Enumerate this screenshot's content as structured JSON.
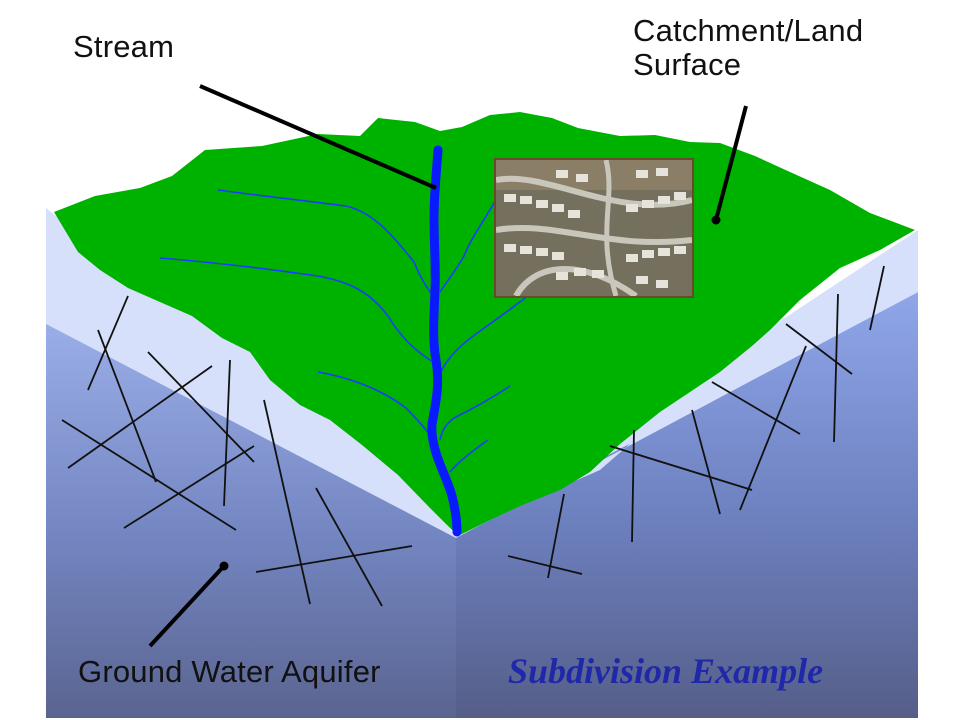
{
  "labels": {
    "stream": "Stream",
    "catchment_line1": "Catchment/Land",
    "catchment_line2": "Surface",
    "aquifer": "Ground Water Aquifer"
  },
  "caption": "Subdivision Example",
  "photo": {
    "subject": "aerial photo of housing subdivision"
  },
  "colors": {
    "land": "#00b200",
    "stream": "#0a1aff",
    "tributary": "#1a3cff",
    "soil_layer": "#d6e0fb",
    "aquifer_top": "#8fa3e6",
    "aquifer_bottom": "#5d678f",
    "caption": "#1f28a8"
  }
}
